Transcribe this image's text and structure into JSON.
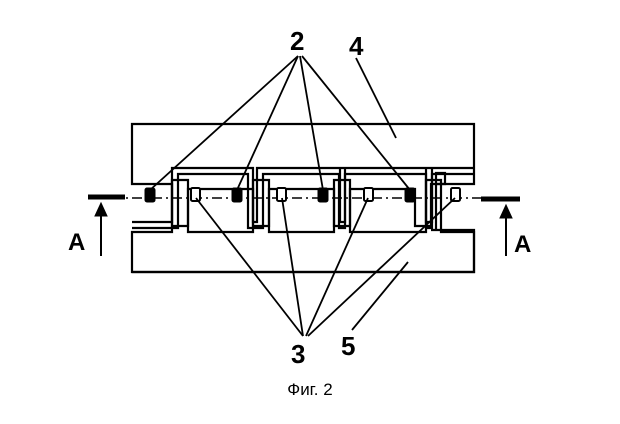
{
  "labels": {
    "callout_2": "2",
    "callout_3": "3",
    "callout_4": "4",
    "callout_5": "5",
    "section_left": "A",
    "section_right": "A"
  },
  "caption": "Фиг. 2",
  "colors": {
    "ink": "#000000",
    "background": "#ffffff"
  }
}
